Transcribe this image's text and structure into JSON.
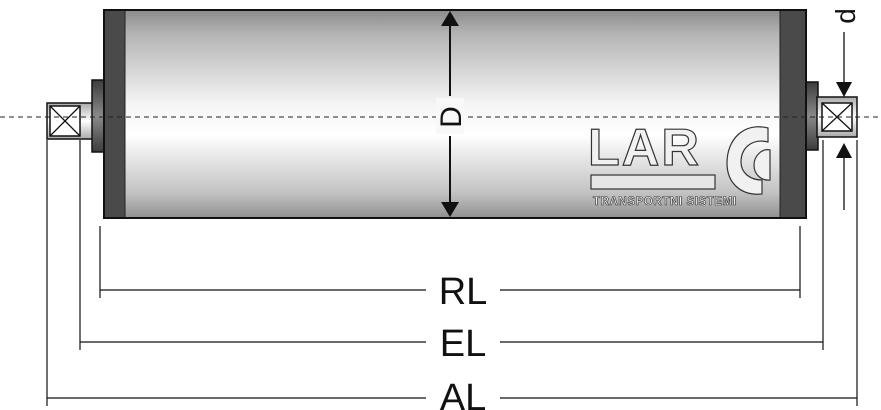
{
  "dimensions": {
    "rl": "RL",
    "el": "EL",
    "al": "AL",
    "d_outer": "D",
    "d_shaft": "d"
  },
  "logo": {
    "brand": "LAR",
    "tagline": "TRANSPORTNI SISTEMI"
  },
  "colors": {
    "roller_body": "#d9d9d9",
    "end_cap": "#4a4a4a",
    "outline": "#111111",
    "background": "#ffffff"
  }
}
